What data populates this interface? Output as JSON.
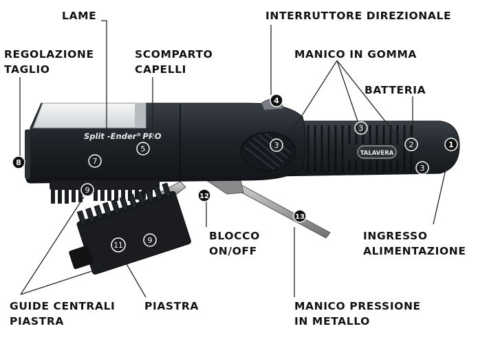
{
  "labels": {
    "lame": [
      "LAME"
    ],
    "interruttore": [
      "INTERRUTTORE DIREZIONALE"
    ],
    "regolazione": [
      "REGOLAZIONE",
      "TAGLIO"
    ],
    "scomparto": [
      "SCOMPARTO",
      "CAPELLI"
    ],
    "manico_gomma": [
      "MANICO IN GOMMA"
    ],
    "batteria": [
      "BATTERIA"
    ],
    "blocco": [
      "BLOCCO",
      "ON/OFF"
    ],
    "ingresso": [
      "INGRESSO",
      "ALIMENTAZIONE"
    ],
    "guide": [
      "GUIDE CENTRALI",
      "PIASTRA"
    ],
    "piastra": [
      "PIASTRA"
    ],
    "manico_metallo": [
      "MANICO PRESSIONE",
      "IN METALLO"
    ]
  },
  "device": {
    "brand_main": "Split -Ender",
    "brand_reg": "®",
    "brand_suffix": "PRO",
    "handle_logo": "TALAVERA"
  },
  "markers": {
    "m1": "1",
    "m2": "2",
    "m3a": "3",
    "m3b": "3",
    "m3c": "3",
    "m4": "4",
    "m5": "5",
    "m7": "7",
    "m8": "8",
    "m9a": "9",
    "m9b": "9",
    "m11": "11",
    "m12": "12",
    "m13": "13"
  },
  "colors": {
    "body": "#23272d",
    "grip": "#2a2e33",
    "metal": "#9a9a9a",
    "label": "#111111"
  }
}
